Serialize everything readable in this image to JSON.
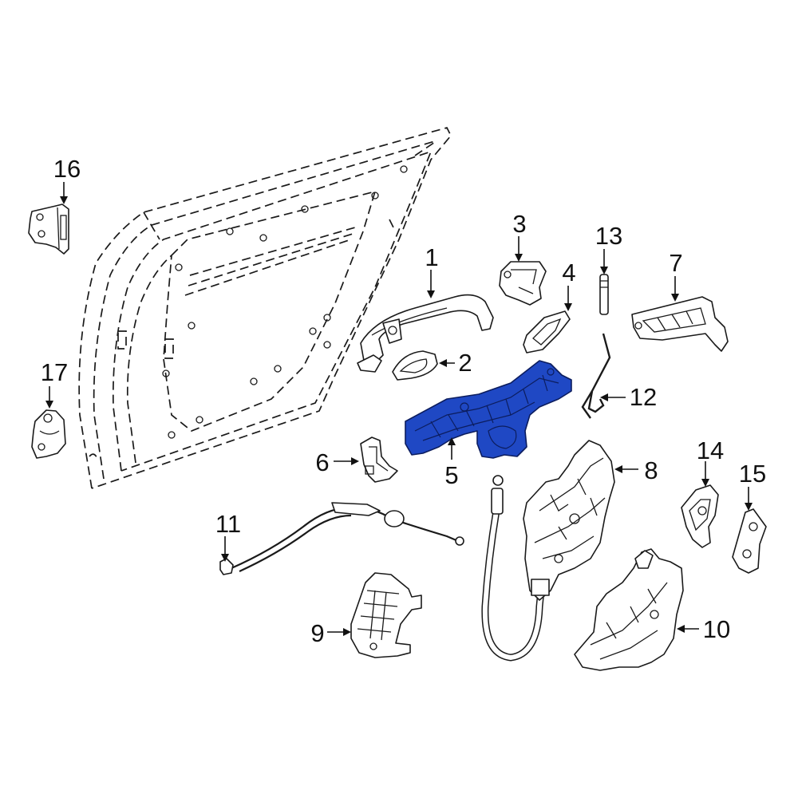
{
  "diagram": {
    "highlight_color": "#1f48c4",
    "line_color": "#1a1a1a",
    "highlighted_part": "5",
    "callouts": [
      {
        "id": "c1",
        "label": "1"
      },
      {
        "id": "c2",
        "label": "2"
      },
      {
        "id": "c3",
        "label": "3"
      },
      {
        "id": "c4",
        "label": "4"
      },
      {
        "id": "c5",
        "label": "5"
      },
      {
        "id": "c6",
        "label": "6"
      },
      {
        "id": "c7",
        "label": "7"
      },
      {
        "id": "c8",
        "label": "8"
      },
      {
        "id": "c9",
        "label": "9"
      },
      {
        "id": "c10",
        "label": "10"
      },
      {
        "id": "c11",
        "label": "11"
      },
      {
        "id": "c12",
        "label": "12"
      },
      {
        "id": "c13",
        "label": "13"
      },
      {
        "id": "c14",
        "label": "14"
      },
      {
        "id": "c15",
        "label": "15"
      },
      {
        "id": "c16",
        "label": "16"
      },
      {
        "id": "c17",
        "label": "17"
      }
    ]
  }
}
